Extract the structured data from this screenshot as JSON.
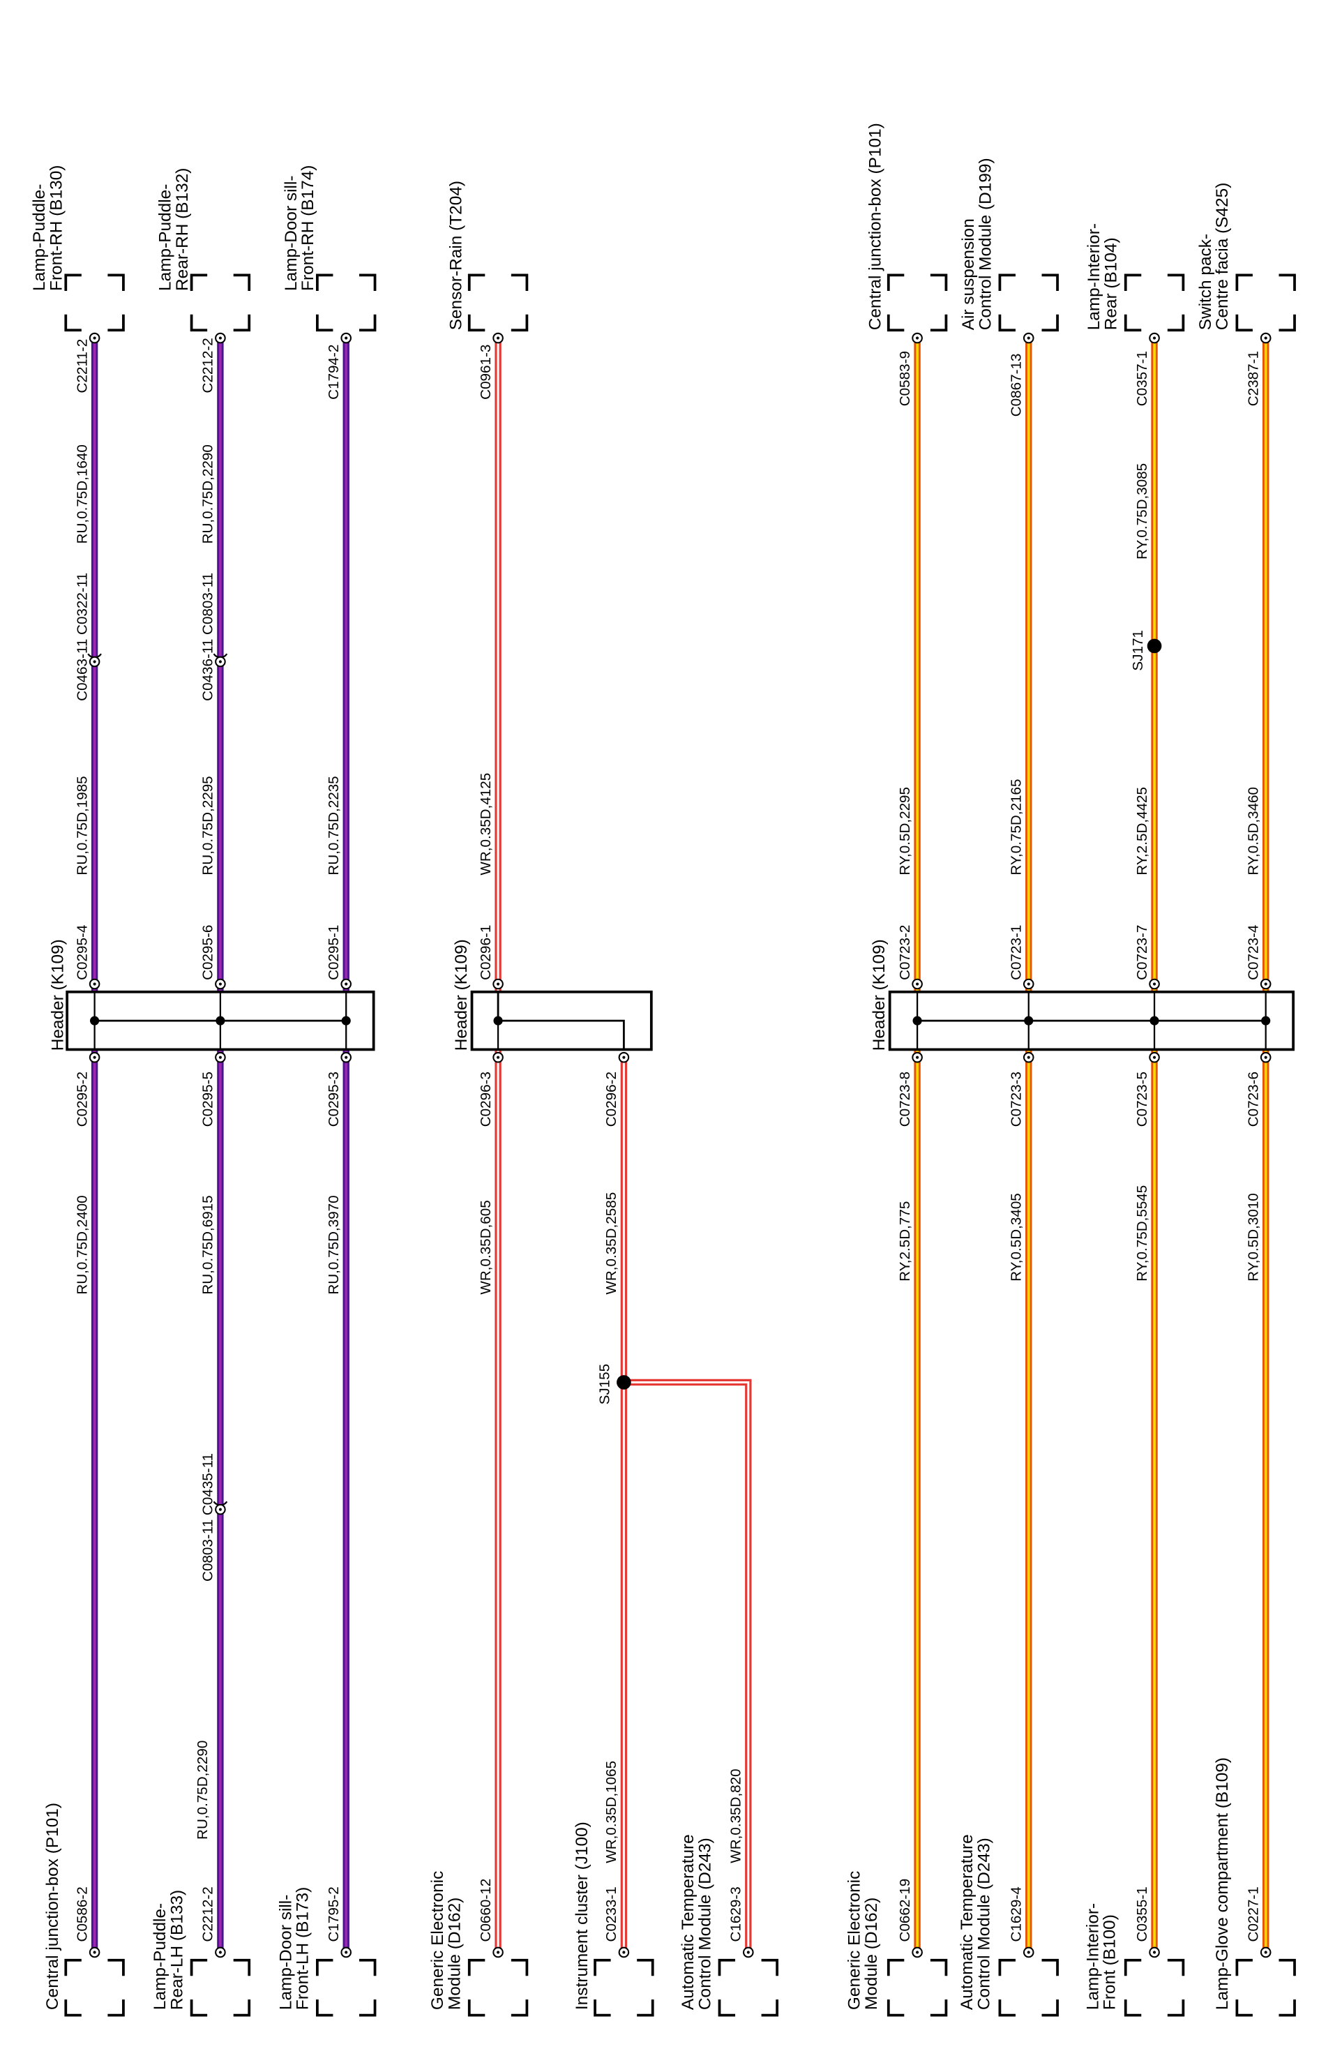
{
  "colors": {
    "purple": "#6a1b9a",
    "red": "#e53935",
    "orange": "#f9a825"
  },
  "icons": {
    "connector": "connector-bracket-icon",
    "pin": "pin-circle-icon",
    "splice": "splice-dot-icon"
  },
  "headers": {
    "g1": "Header (K109)",
    "g2": "Header (K109)",
    "g3": "Header (K109)"
  },
  "components": {
    "g1": [
      {
        "id": "cjb_top",
        "lines": [
          "Lamp-Puddle-",
          "Front-RH (B130)"
        ]
      },
      {
        "id": "puddle_rear_rh",
        "lines": [
          "Lamp-Puddle-",
          "Rear-RH (B132)"
        ]
      },
      {
        "id": "door_sill_front_rh",
        "lines": [
          "Lamp-Door sill-",
          "Front-RH (B174)"
        ]
      },
      {
        "id": "cjb_bottom",
        "lines": [
          "Central junction-box (P101)"
        ]
      },
      {
        "id": "puddle_rear_lh",
        "lines": [
          "Lamp-Puddle-",
          "Rear-LH (B133)"
        ]
      },
      {
        "id": "door_sill_front_lh",
        "lines": [
          "Lamp-Door sill-",
          "Front-LH (B173)"
        ]
      }
    ],
    "g2": [
      {
        "id": "sensor_rain",
        "lines": [
          "Sensor-Rain (T204)"
        ]
      },
      {
        "id": "gem",
        "lines": [
          "Generic Electronic",
          "Module (D162)"
        ]
      },
      {
        "id": "instrument_cluster",
        "lines": [
          "Instrument cluster (J100)"
        ]
      },
      {
        "id": "atc",
        "lines": [
          "Automatic Temperature",
          "Control Module (D243)"
        ]
      }
    ],
    "g3": [
      {
        "id": "cjb_p101_top",
        "lines": [
          "Central junction-box (P101)"
        ]
      },
      {
        "id": "air_suspension",
        "lines": [
          "Air suspension",
          "Control Module (D199)"
        ]
      },
      {
        "id": "lamp_interior_rear",
        "lines": [
          "Lamp-Interior-",
          "Rear (B104)"
        ]
      },
      {
        "id": "switch_pack",
        "lines": [
          "Switch pack-",
          "Centre facia (S425)"
        ]
      },
      {
        "id": "gem_bottom",
        "lines": [
          "Generic Electronic",
          "Module (D162)"
        ]
      },
      {
        "id": "atc_bottom",
        "lines": [
          "Automatic Temperature",
          "Control Module (D243)"
        ]
      },
      {
        "id": "lamp_interior_front",
        "lines": [
          "Lamp-Interior-",
          "Front (B100)"
        ]
      },
      {
        "id": "lamp_glove",
        "lines": [
          "Lamp-Glove compartment (B109)"
        ]
      }
    ]
  },
  "pins": {
    "g1": {
      "top": [
        "C2211-2",
        "C2212-2",
        "C1794-2"
      ],
      "bottom": [
        "C0586-2",
        "C2212-2",
        "C1795-2"
      ],
      "header_upper": [
        "C0295-4",
        "C0295-6",
        "C0295-1"
      ],
      "header_lower": [
        "C0295-2",
        "C0295-5",
        "C0295-3"
      ],
      "inline_a": [
        "C0463-11 C0322-11",
        "C0436-11 C0803-11"
      ],
      "inline_b": [
        "C0803-11 C0435-11"
      ]
    },
    "g2": {
      "top": [
        "C0961-3"
      ],
      "header_upper": [
        "C0296-1"
      ],
      "header_lower": [
        "C0296-3",
        "C0296-2"
      ],
      "bottom": [
        "C0660-12",
        "C0233-1",
        "C1629-3"
      ]
    },
    "g3": {
      "top": [
        "C0583-9",
        "C0867-13",
        "C0357-1",
        "C2387-1"
      ],
      "header_upper": [
        "C0723-2",
        "C0723-1",
        "C0723-7",
        "C0723-4"
      ],
      "header_lower": [
        "C0723-8",
        "C0723-3",
        "C0723-5",
        "C0723-6"
      ],
      "bottom": [
        "C0662-19",
        "C1629-4",
        "C0355-1",
        "C0227-1"
      ]
    }
  },
  "wires": {
    "g1": {
      "upper_top": [
        "RU,0.75D,1640",
        "RU,0.75D,2290"
      ],
      "upper_mid": [
        "RU,0.75D,1985",
        "RU,0.75D,2295",
        "RU,0.75D,2235"
      ],
      "lower": [
        "RU,0.75D,2400",
        "RU,0.75D,6915",
        "RU,0.75D,3970"
      ],
      "lower_extra": [
        "RU,0.75D,2290"
      ]
    },
    "g2": {
      "upper": [
        "WR,0.35D,4125"
      ],
      "lower": [
        "WR,0.35D,605",
        "WR,0.35D,2585"
      ],
      "bottom": [
        "WR,0.35D,1065",
        "WR,0.35D,820"
      ]
    },
    "g3": {
      "upper": [
        "RY,0.5D,2295",
        "RY,0.75D,2165",
        "RY,2.5D,4425",
        "RY,0.5D,3460"
      ],
      "upper_extra": [
        "RY,0.75D,3085"
      ],
      "lower": [
        "RY,2.5D,775",
        "RY,0.5D,3405",
        "RY,0.75D,5545",
        "RY,0.5D,3010"
      ]
    }
  },
  "splices": {
    "sj155": "SJ155",
    "sj171": "SJ171"
  }
}
